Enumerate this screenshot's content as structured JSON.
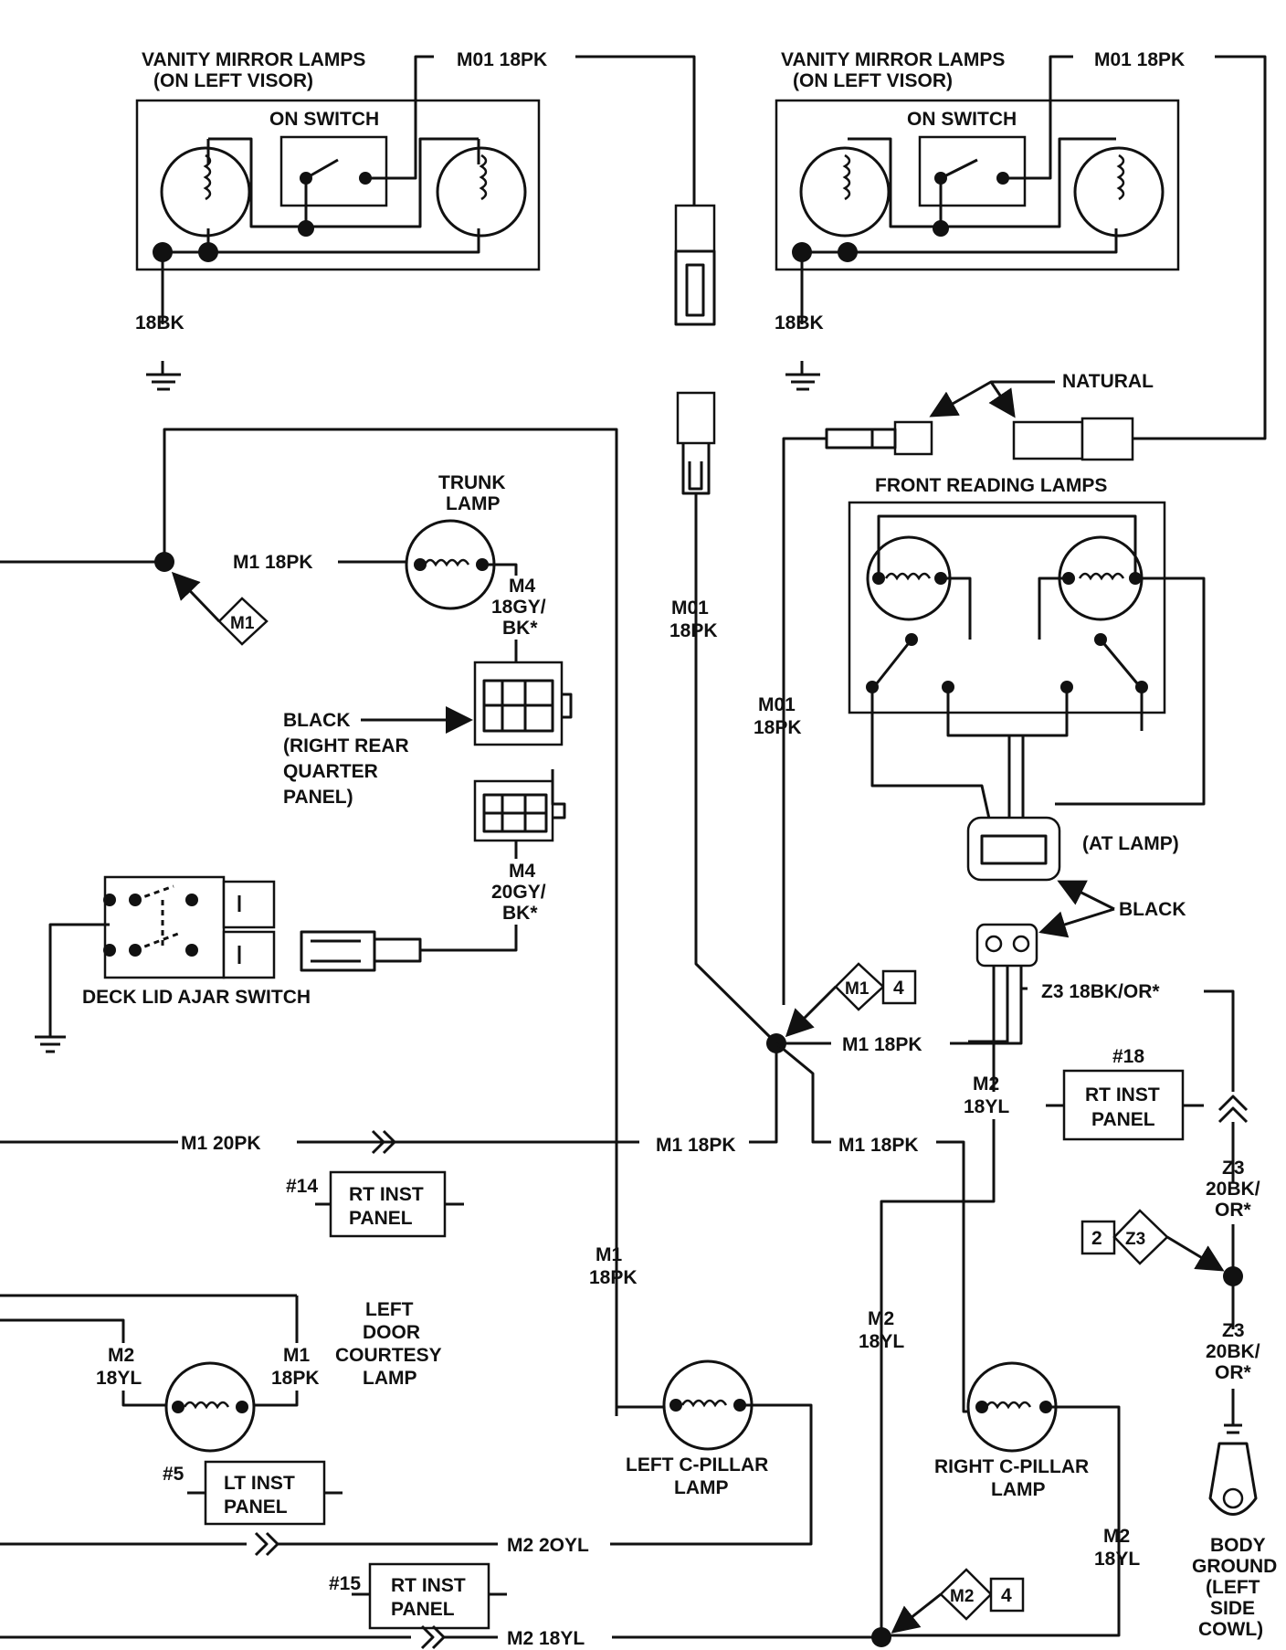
{
  "labels": {
    "vanity_left_title1": "VANITY MIRROR LAMPS",
    "vanity_left_title2": "(ON LEFT VISOR)",
    "vanity_left_switch": "ON SWITCH",
    "vanity_left_wire": "M01 18PK",
    "vanity_left_ground": "18BK",
    "vanity_right_title1": "VANITY MIRROR LAMPS",
    "vanity_right_title2": "(ON LEFT VISOR)",
    "vanity_right_switch": "ON SWITCH",
    "vanity_right_wire": "M01 18PK",
    "vanity_right_ground": "18BK",
    "natural": "NATURAL",
    "front_reading": "FRONT READING LAMPS",
    "at_lamp": "(AT LAMP)",
    "black_right": "BLACK",
    "trunk_lamp1": "TRUNK",
    "trunk_lamp2": "LAMP",
    "m1_18pk_trunk": "M1 18PK",
    "m1_diamond": "M1",
    "m4_18gy_1": "M4",
    "m4_18gy_2": "18GY/",
    "m4_18gy_3": "BK*",
    "black_left1": "BLACK",
    "black_left2": "(RIGHT REAR",
    "black_left3": "QUARTER",
    "black_left4": "PANEL)",
    "m4_20gy_1": "M4",
    "m4_20gy_2": "20GY/",
    "m4_20gy_3": "BK*",
    "deck_lid": "DECK LID AJAR SWITCH",
    "m01_mid1": "M01",
    "m01_mid2": "18PK",
    "m01_right1": "M01",
    "m01_right2": "18PK",
    "m1_4_diamond": "M1",
    "m1_4_num": "4",
    "m1_18pk_splice": "M1 18PK",
    "z3_18bk": "Z3 18BK/OR*",
    "ref18": "#18",
    "rt_inst_1": "RT INST",
    "rt_inst_2": "PANEL",
    "m2_18yl_top1": "M2",
    "m2_18yl_top2": "18YL",
    "z3_20bk_top1": "Z3",
    "z3_20bk_top2": "20BK/",
    "z3_20bk_top3": "OR*",
    "m1_20pk": "M1 20PK",
    "m1_18pk_left": "M1 18PK",
    "m1_18pk_right": "M1 18PK",
    "ref14": "#14",
    "rt_inst14_1": "RT INST",
    "rt_inst14_2": "PANEL",
    "z3_2_num": "2",
    "z3_2_diamond": "Z3",
    "m1_vert1": "M1",
    "m1_vert2": "18PK",
    "z3_20bk_bot1": "Z3",
    "z3_20bk_bot2": "20BK/",
    "z3_20bk_bot3": "OR*",
    "ldc1": "LEFT",
    "ldc2": "DOOR",
    "ldc3": "COURTESY",
    "ldc4": "LAMP",
    "m2_18yl_l1": "M2",
    "m2_18yl_l2": "18YL",
    "m1_18pk_l1": "M1",
    "m1_18pk_l2": "18PK",
    "m2_18yl_c1": "M2",
    "m2_18yl_c2": "18YL",
    "ref5": "#5",
    "lt_inst_1": "LT INST",
    "lt_inst_2": "PANEL",
    "lcp1": "LEFT C-PILLAR",
    "lcp2": "LAMP",
    "rcp1": "RIGHT C-PILLAR",
    "rcp2": "LAMP",
    "m2_20yl": "M2 2OYL",
    "m2_18yl_r1": "M2",
    "m2_18yl_r2": "18YL",
    "bg1": "BODY",
    "bg2": "GROUND",
    "bg3": "(LEFT",
    "bg4": "SIDE",
    "bg5": "COWL)",
    "ref15": "#15",
    "rt_inst15_1": "RT INST",
    "rt_inst15_2": "PANEL",
    "m2_4_diamond": "M2",
    "m2_4_num": "4",
    "m2_18yl_bottom": "M2 18YL"
  }
}
